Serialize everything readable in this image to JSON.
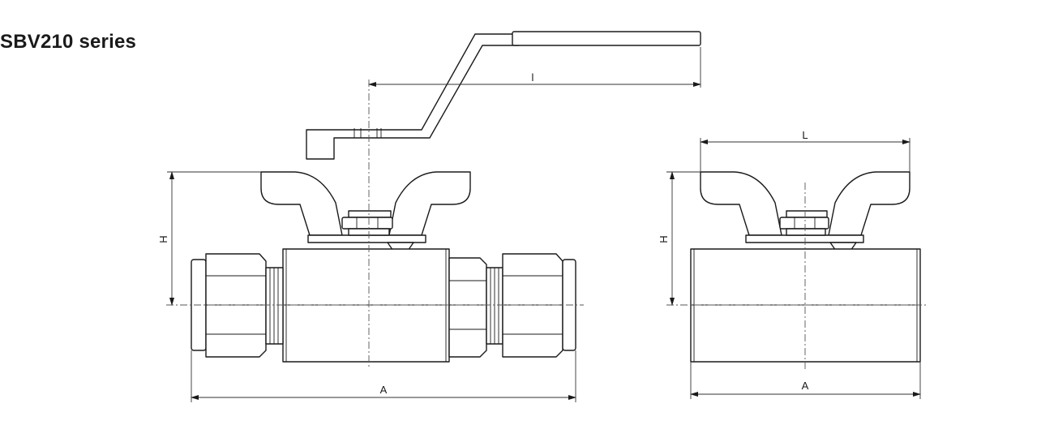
{
  "title": "SBV210 series",
  "diagram": {
    "left_view": {
      "dimension_labels": {
        "handle_length": "l",
        "height": "H",
        "overall_length": "A"
      }
    },
    "right_view": {
      "dimension_labels": {
        "handle_width": "L",
        "height": "H",
        "overall_length": "A"
      }
    }
  },
  "colors": {
    "line": "#1a1a1a",
    "background": "#ffffff"
  }
}
